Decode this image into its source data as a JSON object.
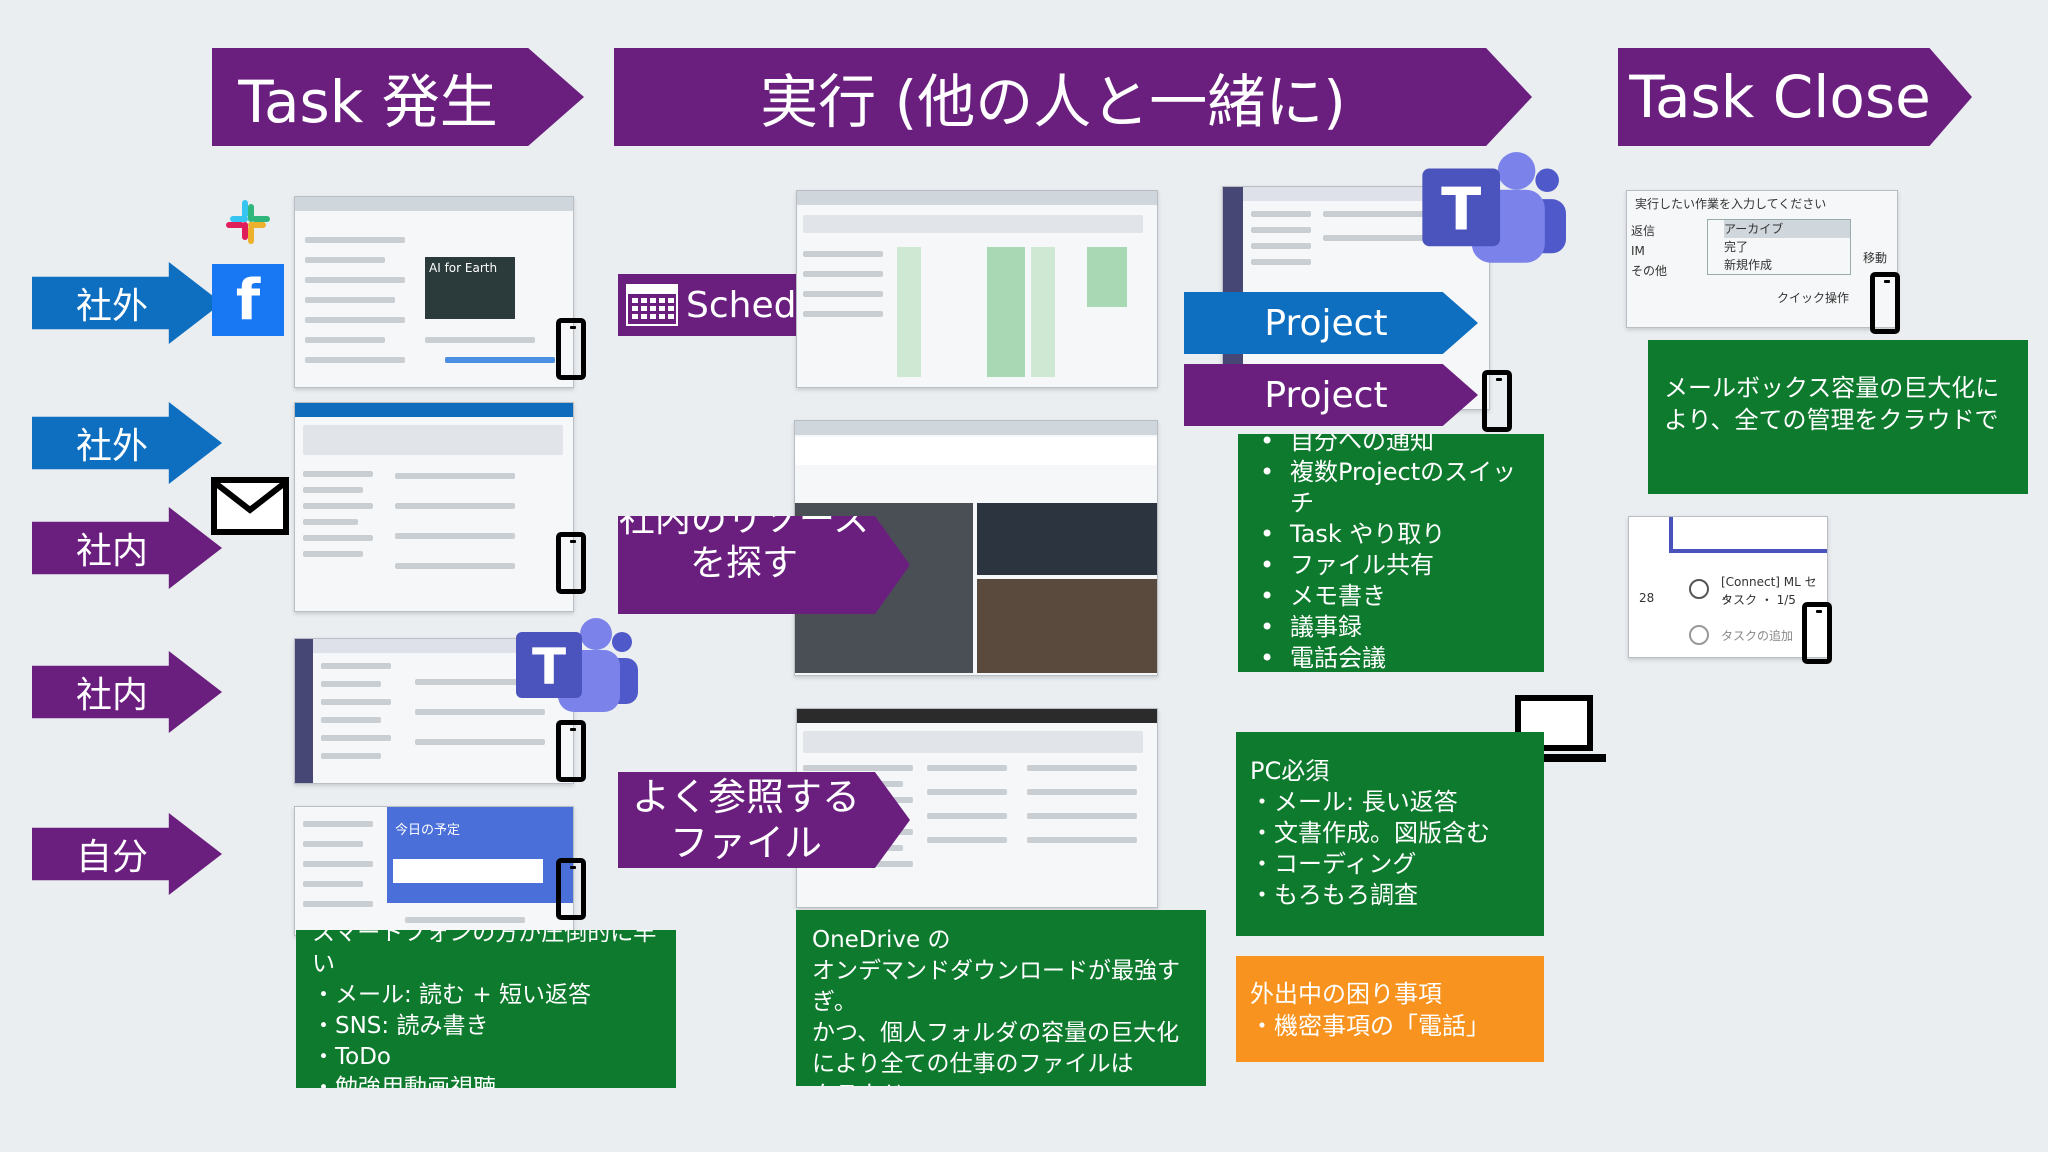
{
  "headers": {
    "task_start": "Task 発生",
    "execute": "実行 (他の人と一緒に)",
    "task_close": "Task Close"
  },
  "sources": [
    {
      "label": "社外",
      "color": "#0e6fc1"
    },
    {
      "label": "社外",
      "color": "#0e6fc1"
    },
    {
      "label": "社内",
      "color": "#6a1f7f"
    },
    {
      "label": "社内",
      "color": "#6a1f7f"
    },
    {
      "label": "自分",
      "color": "#6a1f7f"
    }
  ],
  "icons": {
    "slack": "slack-icon",
    "facebook": "facebook-icon",
    "facebook_glyph": "f",
    "mail": "mail-icon",
    "teams": "teams-icon",
    "teams_glyph": "T",
    "phone": "smartphone-icon",
    "laptop": "laptop-icon",
    "calendar": "calendar-icon"
  },
  "screenshots": {
    "facebook_post_title": "AI for Earth",
    "todo_title": "今日の予定",
    "close_form_title": "実行したい作業を入力してください",
    "close_form_items": [
      "アーカイブ",
      "完了",
      "新規作成"
    ],
    "close_form_left": [
      "返信",
      "IM",
      "その他"
    ],
    "close_form_move": "移動",
    "close_form_footer": "クイック操作",
    "planner_item": "[Connect] ML セッ",
    "planner_sub": "タスク ・ 1/5",
    "planner_add": "タスクの追加",
    "planner_date": "28"
  },
  "middle": {
    "schedule_label": "Schedule",
    "resources_label": "社内のリソース\nを探す",
    "files_label": "よく参照する\nファイル",
    "files_note": "OneDrive の\nオンデマンドダウンロードが最強すぎ。\nかつ、個人フォルダの容量の巨大化により全ての仕事のファイルは\nクラウドへ"
  },
  "smartphone_note": {
    "intro": "スマートフォンの方が圧倒的に早い",
    "items": [
      "・メール: 読む + 短い返答",
      "・SNS: 読み書き",
      "・ToDo",
      "・勉強用動画視聴"
    ]
  },
  "project": {
    "label_blue": "Project",
    "label_purple": "Project",
    "features": [
      "自分への通知",
      "複数Projectのスイッチ",
      "Task やり取り",
      "ファイル共有",
      "メモ書き",
      "議事録",
      "電話会議"
    ]
  },
  "pc_note": {
    "title": "PC必須",
    "items": [
      "・メール: 長い返答",
      "・文書作成。図版含む",
      "・コーディング",
      "・もろもろ調査"
    ]
  },
  "outside_note": {
    "title": "外出中の困り事項",
    "items": [
      "・機密事項の「電話」"
    ]
  },
  "close_note": "メールボックス容量の巨大化により、全ての管理をクラウドで"
}
